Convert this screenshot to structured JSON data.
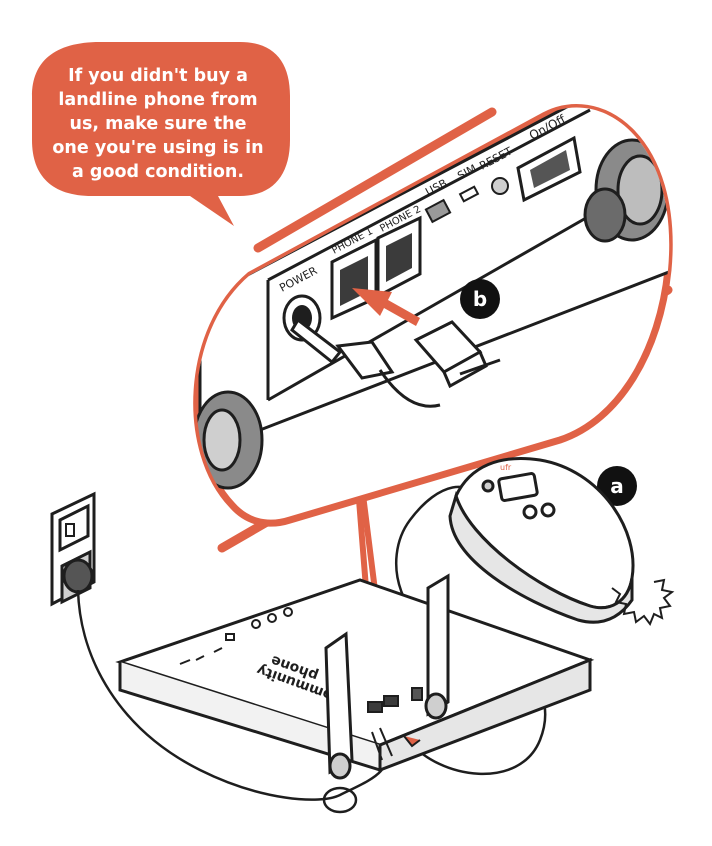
{
  "callout": {
    "lines": [
      "If you didn't buy a",
      "landline phone from",
      "us, make sure the",
      "one you're using is in",
      "a good condition."
    ]
  },
  "markers": {
    "a": "a",
    "b": "b"
  },
  "router_ports": {
    "power": "POWER",
    "phone1": "PHONE 1",
    "phone2": "PHONE 2",
    "usb": "USB",
    "sim": "SIM",
    "reset": "RESET",
    "onoff": "On/Off"
  },
  "router_logo": {
    "line1": "community",
    "line2": "phone"
  },
  "phone_brand": "ufr",
  "colors": {
    "accent": "#E06246",
    "outline": "#1E1E1E",
    "marker_bg": "#111111",
    "fill": "#FFFFFF",
    "shade": "#D9D9D9"
  },
  "icons": [
    "wall-outlet-icon",
    "plug-icon",
    "rj11-cable-icon",
    "arrow-right-icon"
  ]
}
